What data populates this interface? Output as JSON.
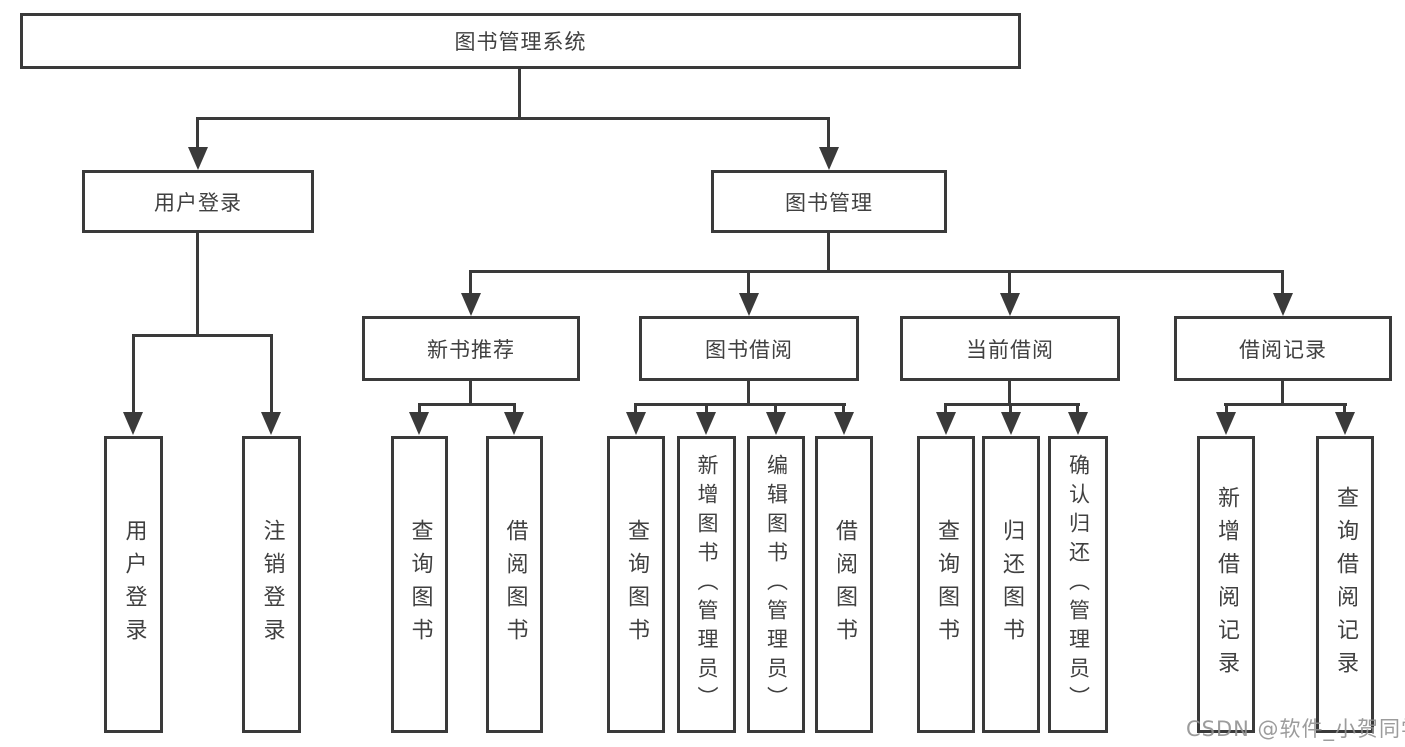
{
  "diagram_type": "hierarchy-tree",
  "colors": {
    "line": "#3a3a3a",
    "box_border": "#3a3a3a",
    "text": "#404040",
    "background": "#ffffff",
    "watermark": "#919191"
  },
  "watermark": {
    "text": "CSDN @软件_小贺同学"
  },
  "tree": {
    "label": "图书管理系统",
    "children": [
      {
        "label": "用户登录",
        "children": [
          {
            "label": "用户登录"
          },
          {
            "label": "注销登录"
          }
        ]
      },
      {
        "label": "图书管理",
        "children": [
          {
            "label": "新书推荐",
            "children": [
              {
                "label": "查询图书"
              },
              {
                "label": "借阅图书"
              }
            ]
          },
          {
            "label": "图书借阅",
            "children": [
              {
                "label": "查询图书"
              },
              {
                "label": "新增图书（管理员）"
              },
              {
                "label": "编辑图书（管理员）"
              },
              {
                "label": "借阅图书"
              }
            ]
          },
          {
            "label": "当前借阅",
            "children": [
              {
                "label": "查询图书"
              },
              {
                "label": "归还图书"
              },
              {
                "label": "确认归还（管理员）"
              }
            ]
          },
          {
            "label": "借阅记录",
            "children": [
              {
                "label": "新增借阅记录"
              },
              {
                "label": "查询借阅记录"
              }
            ]
          }
        ]
      }
    ]
  }
}
